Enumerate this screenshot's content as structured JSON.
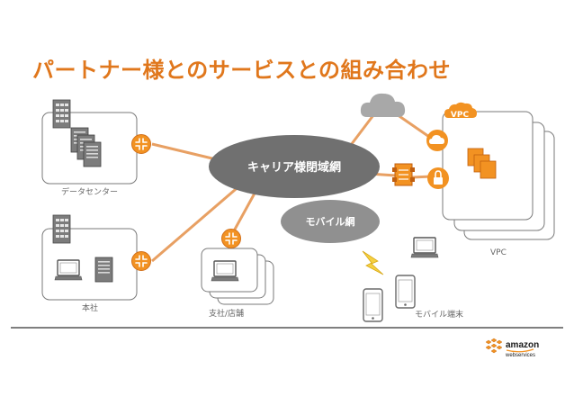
{
  "title": "パートナー様とのサービスとの組み合わせ",
  "nodes": {
    "datacenter_label": "データセンター",
    "honsha_label": "本社",
    "branch_label": "支社/店舗",
    "carrier_label": "キャリア様閉域網",
    "mobile_net_label": "モバイル網",
    "mobile_device_label": "モバイル端末",
    "vpc_badge": "VPC",
    "vpc_label": "VPC"
  },
  "logo": {
    "line1": "amazon",
    "line2": "webservices"
  },
  "colors": {
    "accent_orange": "#e0771c",
    "carrier_cloud": "#707070",
    "mobile_cloud": "#909090",
    "internet_cloud": "#a8a8a8",
    "link_line": "#e8a063",
    "aws_orange": "#f29222"
  }
}
